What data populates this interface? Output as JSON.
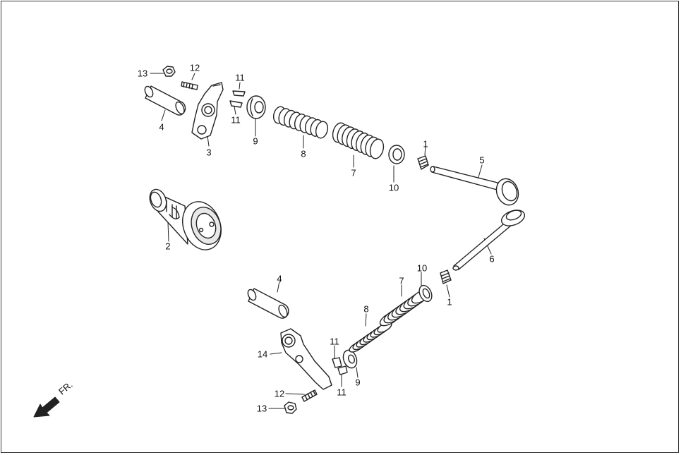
{
  "front_indicator": {
    "label": "FR.",
    "icon": "front-arrow-icon"
  },
  "callouts": {
    "p1a": "1",
    "p1b": "1",
    "p2": "2",
    "p3": "3",
    "p4a": "4",
    "p4b": "4",
    "p5": "5",
    "p6": "6",
    "p7a": "7",
    "p7b": "7",
    "p8a": "8",
    "p8b": "8",
    "p9a": "9",
    "p9b": "9",
    "p10a": "10",
    "p10b": "10",
    "p11a": "11",
    "p11b": "11",
    "p11c": "11",
    "p11d": "11",
    "p12a": "12",
    "p12b": "12",
    "p13a": "13",
    "p13b": "13",
    "p14": "14"
  },
  "colors": {
    "line": "#222222",
    "fill": "#ffffff",
    "shade": "#dcdcdc"
  }
}
